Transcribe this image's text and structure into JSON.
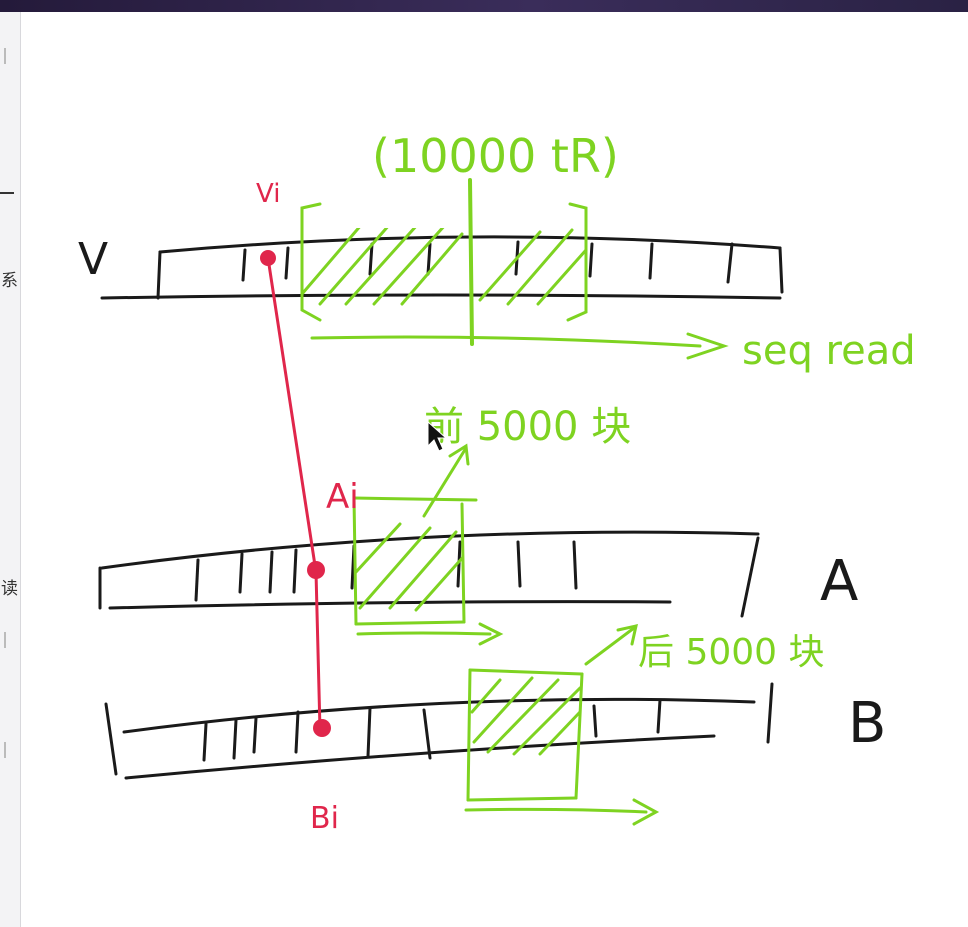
{
  "colors": {
    "ink": "#1a1a1a",
    "green": "#7ed321",
    "red": "#e0264b",
    "topbar": "#2b2148",
    "background": "#ffffff"
  },
  "sidebar": {
    "chars": [
      "系",
      "读"
    ]
  },
  "diagram": {
    "labels": {
      "v": "V",
      "a": "A",
      "b": "B",
      "vi": "Vi",
      "ai": "Ai",
      "bi": "Bi",
      "v_count": "(10000 tR)",
      "seq_read": "seq read",
      "a_count": "前 5000 块",
      "b_count": "后 5000 块"
    },
    "icons": {
      "cursor": "mouse-pointer-icon"
    }
  }
}
